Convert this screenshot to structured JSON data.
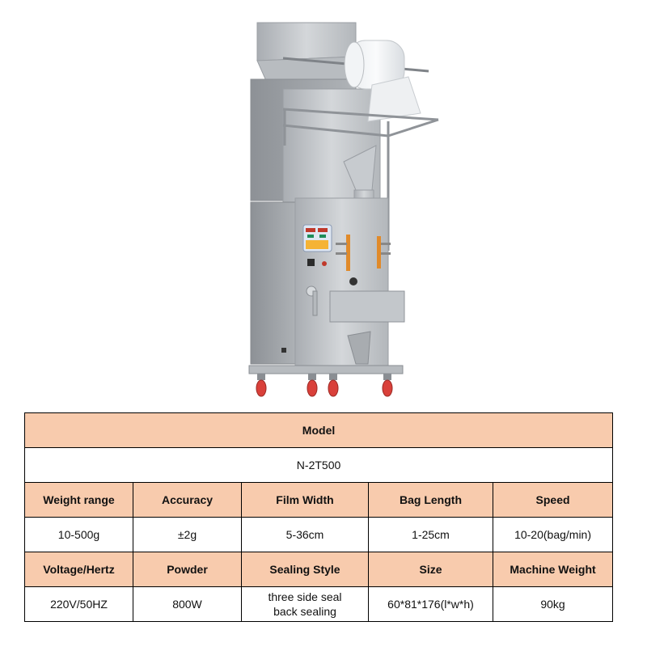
{
  "product_image": {
    "alt": "Automatic vertical powder/granule packing machine with hopper, film roll, control panel, sealing jaws, discharge chute and red caster wheels",
    "colors": {
      "steel": "#bfc3c7",
      "steel_dark": "#8e9297",
      "wheel": "#d9403a",
      "panel_display_red": "#c0392b",
      "panel_display_green": "#1e8c5a",
      "panel_keys": "#f5b335",
      "panel_face": "#dfe7f3",
      "sealer_orange": "#e08a2a"
    }
  },
  "table": {
    "colors": {
      "header_bg": "#f8cbad",
      "value_bg": "#ffffff",
      "border": "#000000"
    },
    "model": {
      "header": "Model",
      "value": "N-2T500"
    },
    "row1": {
      "headers": [
        "Weight range",
        "Accuracy",
        "Film Width",
        "Bag Length",
        "Speed"
      ],
      "values": [
        "10-500g",
        "±2g",
        "5-36cm",
        "1-25cm",
        "10-20(bag/min)"
      ]
    },
    "row2": {
      "headers": [
        "Voltage/Hertz",
        "Powder",
        "Sealing Style",
        "Size",
        "Machine Weight"
      ],
      "values": [
        "220V/50HZ",
        "800W",
        [
          "three side seal",
          "back sealing"
        ],
        "60*81*176(l*w*h)",
        "90kg"
      ]
    }
  }
}
